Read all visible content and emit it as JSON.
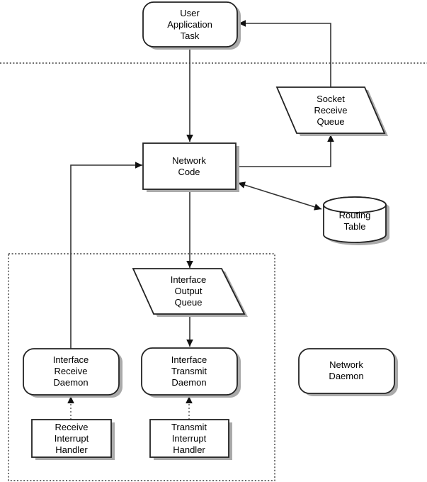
{
  "colors": {
    "line": "#333333",
    "arrowhead": "#111111",
    "shape_fill": "#ffffff",
    "shape_border": "#222222",
    "shadow": "#aaaaaa",
    "background": "#ffffff"
  },
  "nodes": {
    "user_application_task": {
      "label": "User\nApplication\nTask",
      "shape": "rounded-rectangle"
    },
    "socket_receive_queue": {
      "label": "Socket\nReceive\nQueue",
      "shape": "parallelogram"
    },
    "network_code": {
      "label": "Network\nCode",
      "shape": "rectangle"
    },
    "routing_table": {
      "label": "Routing\nTable",
      "shape": "cylinder"
    },
    "interface_output_queue": {
      "label": "Interface\nOutput\nQueue",
      "shape": "parallelogram"
    },
    "interface_receive_daemon": {
      "label": "Interface\nReceive\nDaemon",
      "shape": "rounded-rectangle"
    },
    "interface_transmit_daemon": {
      "label": "Interface\nTransmit\nDaemon",
      "shape": "rounded-rectangle"
    },
    "network_daemon": {
      "label": "Network\nDaemon",
      "shape": "rounded-rectangle"
    },
    "receive_interrupt_handler": {
      "label": "Receive\nInterrupt\nHandler",
      "shape": "rectangle"
    },
    "transmit_interrupt_handler": {
      "label": "Transmit\nInterrupt\nHandler",
      "shape": "rectangle"
    }
  },
  "edges": [
    {
      "from": "user_application_task",
      "to": "network_code",
      "style": "solid"
    },
    {
      "from": "socket_receive_queue",
      "to": "user_application_task",
      "style": "solid"
    },
    {
      "from": "network_code",
      "to": "socket_receive_queue",
      "style": "solid"
    },
    {
      "from": "network_code",
      "to": "routing_table",
      "style": "solid",
      "bidirectional": true
    },
    {
      "from": "network_code",
      "to": "interface_output_queue",
      "style": "solid"
    },
    {
      "from": "interface_output_queue",
      "to": "interface_transmit_daemon",
      "style": "solid"
    },
    {
      "from": "interface_receive_daemon",
      "to": "network_code",
      "style": "solid"
    },
    {
      "from": "receive_interrupt_handler",
      "to": "interface_receive_daemon",
      "style": "dotted"
    },
    {
      "from": "transmit_interrupt_handler",
      "to": "interface_transmit_daemon",
      "style": "dotted"
    }
  ]
}
